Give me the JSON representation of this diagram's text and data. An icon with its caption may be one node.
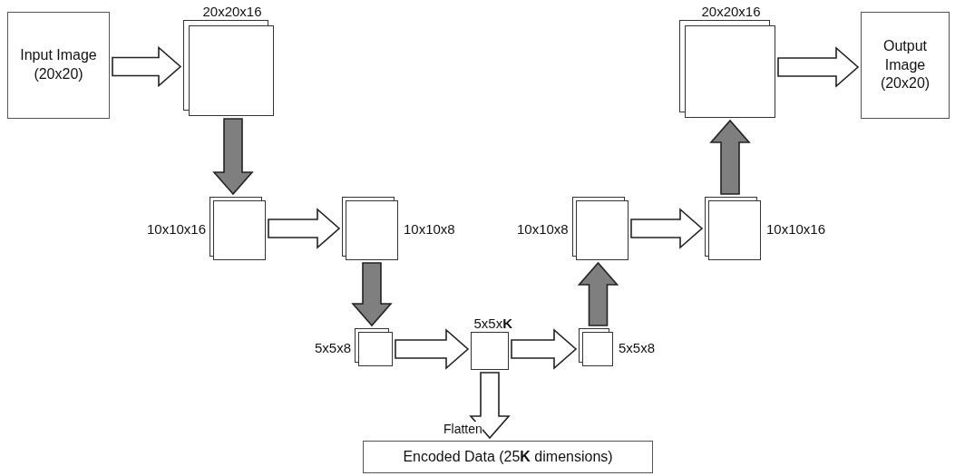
{
  "diagram": {
    "nodes": [
      {
        "text": [
          "Input Image (20x20)"
        ]
      },
      {
        "text": [],
        "shape": "box",
        "beside": [
          "20x20x16"
        ]
      },
      {
        "text": [
          "Output Image (20x20)"
        ]
      },
      {
        "text": [],
        "shape": "box",
        "beside": [
          "20x20x16"
        ]
      },
      {
        "text": [],
        "shape": "box",
        "beside": [
          "10x10x16"
        ]
      },
      {
        "text": [],
        "shape": "box",
        "beside": [
          "10x10x8"
        ]
      },
      {
        "text": [],
        "shape": "box",
        "beside": [
          "5x5x8"
        ]
      },
      {
        "text": [],
        "shape": "box",
        "beside": [
          "5x5x**K**"
        ]
      },
      {
        "text": [],
        "shape": "box",
        "beside": [
          "5x5x8"
        ]
      },
      {
        "text": [],
        "shape": "box",
        "beside": [
          "10x10x8"
        ]
      },
      {
        "text": [],
        "shape": "box",
        "beside": [
          "10x10x16"
        ]
      },
      {
        "text": [
          "Encoded Data (25**K** dimensions)"
        ]
      }
    ],
    "edges": [
      {
        "from": 0,
        "to": 1,
        "arrow": "to"
      },
      {
        "from": 1,
        "to": 4,
        "arrow": "to",
        "color": "#7f7f7f"
      },
      {
        "from": 4,
        "to": 5,
        "arrow": "to"
      },
      {
        "from": 5,
        "to": 6,
        "arrow": "to",
        "color": "#7f7f7f"
      },
      {
        "from": 6,
        "to": 7,
        "arrow": "to"
      },
      {
        "from": 7,
        "to": 8,
        "arrow": "to"
      },
      {
        "from": 8,
        "to": 9,
        "arrow": "to",
        "color": "#7f7f7f"
      },
      {
        "from": 9,
        "to": 10,
        "arrow": "to"
      },
      {
        "from": 10,
        "to": 3,
        "arrow": "to",
        "color": "#7f7f7f"
      },
      {
        "from": 3,
        "to": 2,
        "arrow": "to"
      },
      {
        "from": 7,
        "to": 11,
        "arrow": "to",
        "label": "Flatten"
      }
    ]
  }
}
